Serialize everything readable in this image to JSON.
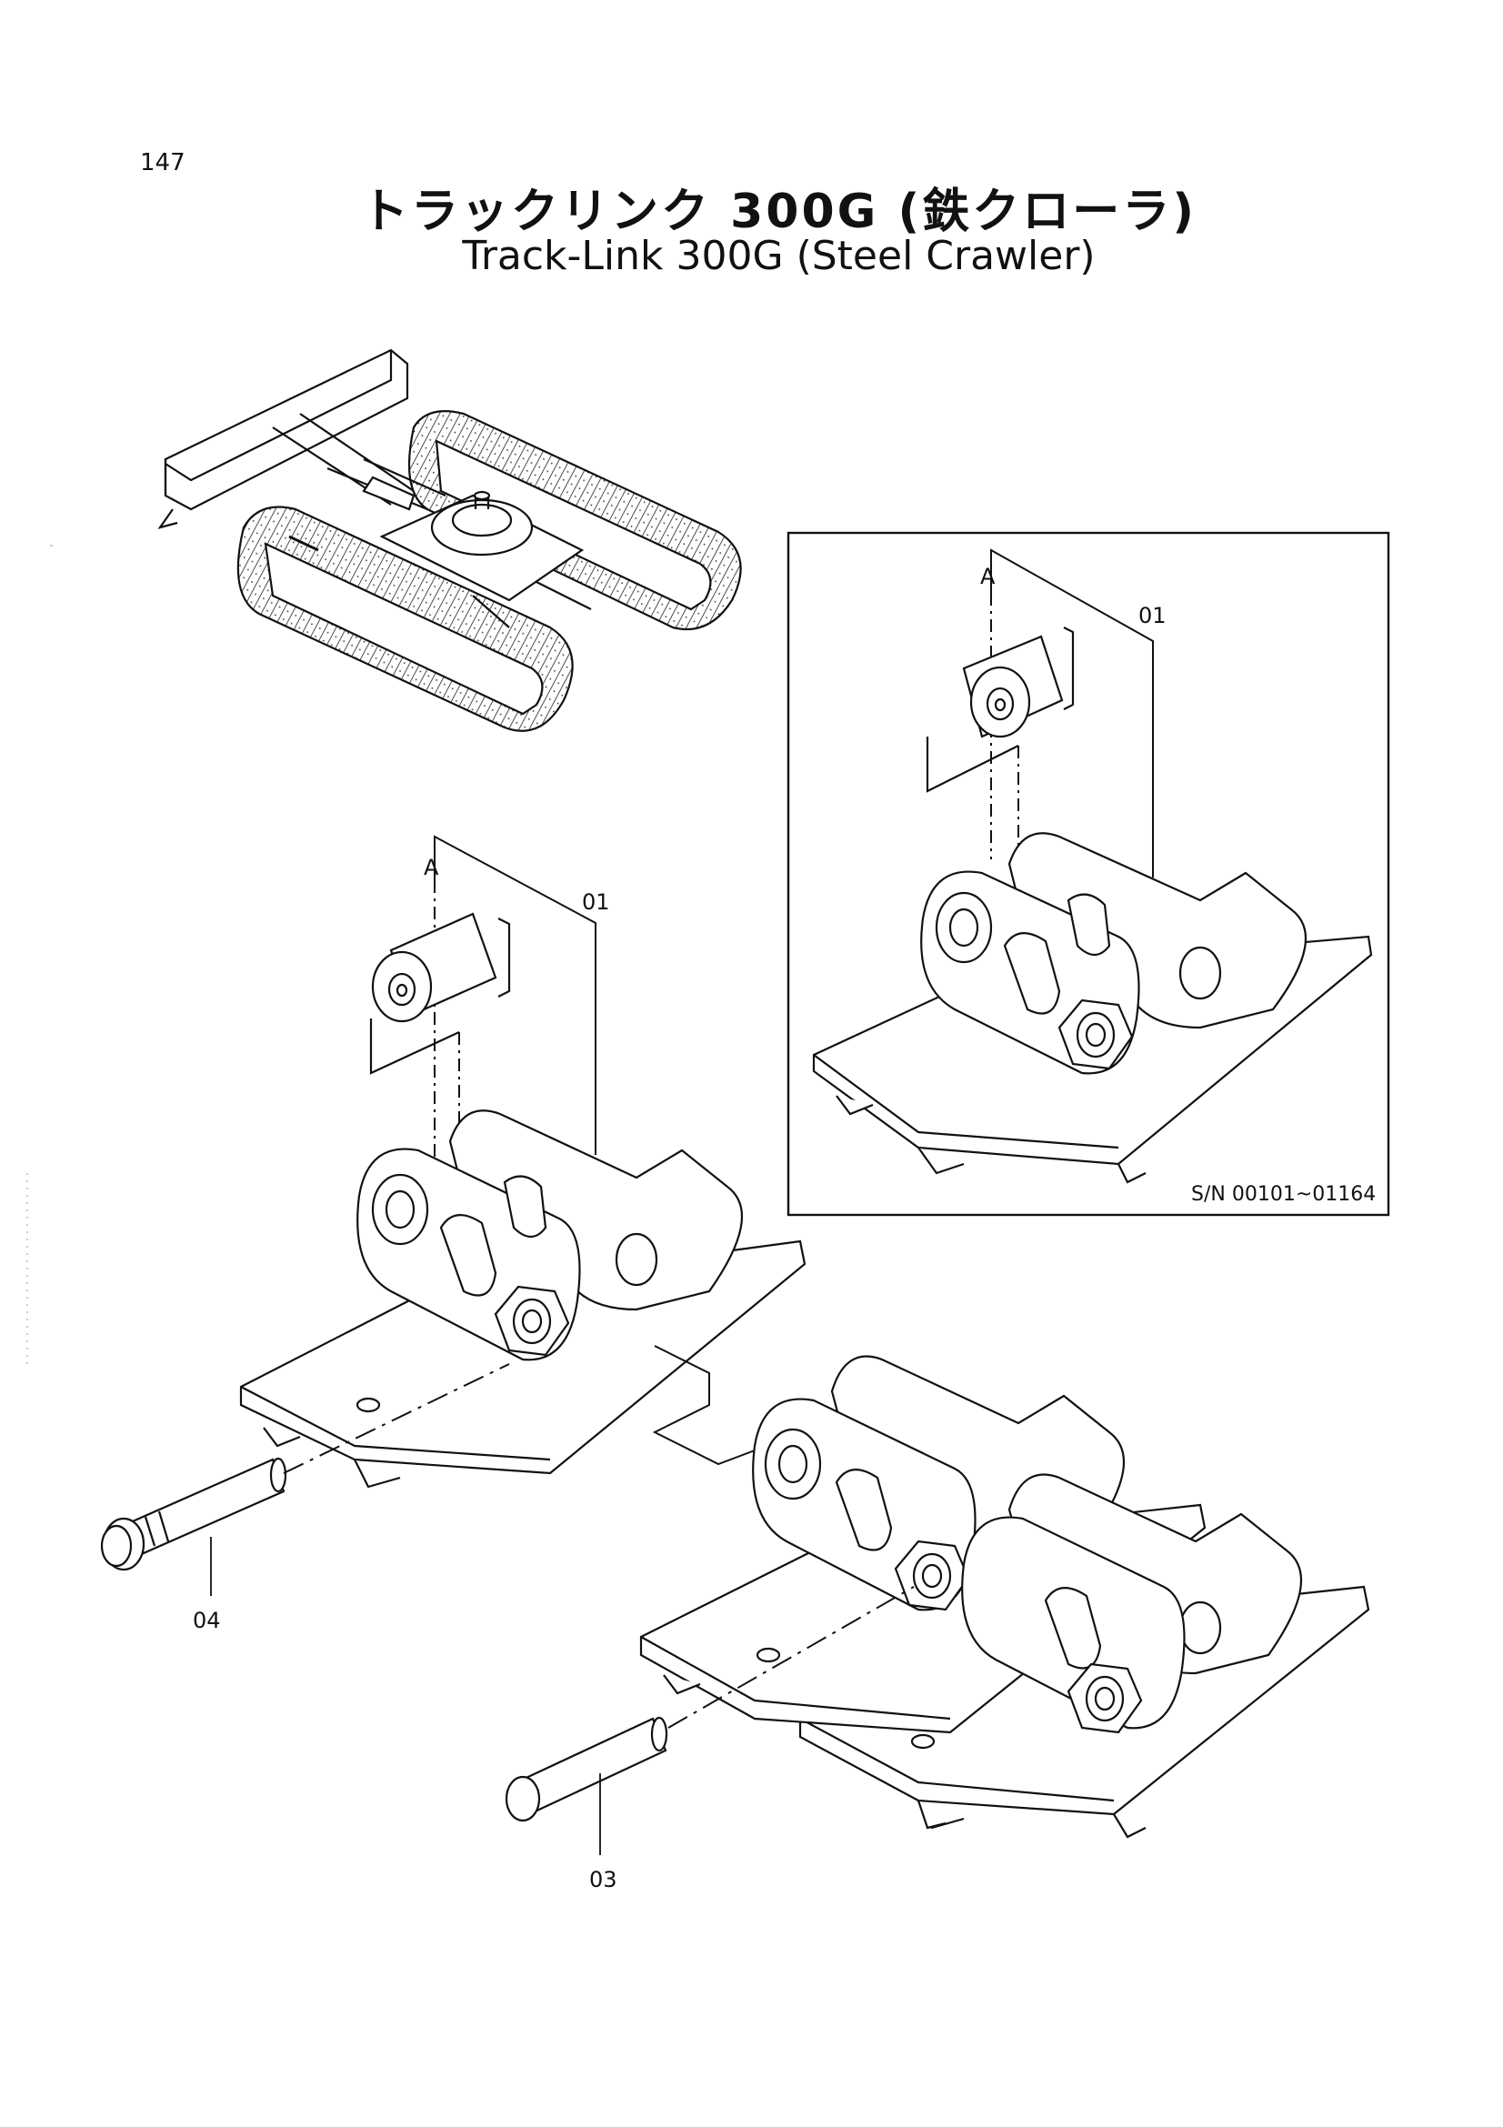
{
  "page_number": "147",
  "title_jp": "トラックリンク 300G (鉄クローラ)",
  "title_en": "Track-Link 300G (Steel Crawler)",
  "inset": {
    "serial_note": "S/N 00101~01164",
    "callout_a": "A",
    "part_01": "01"
  },
  "main_view": {
    "callout_a": "A",
    "part_01": "01",
    "part_04": "04",
    "part_03": "03"
  }
}
